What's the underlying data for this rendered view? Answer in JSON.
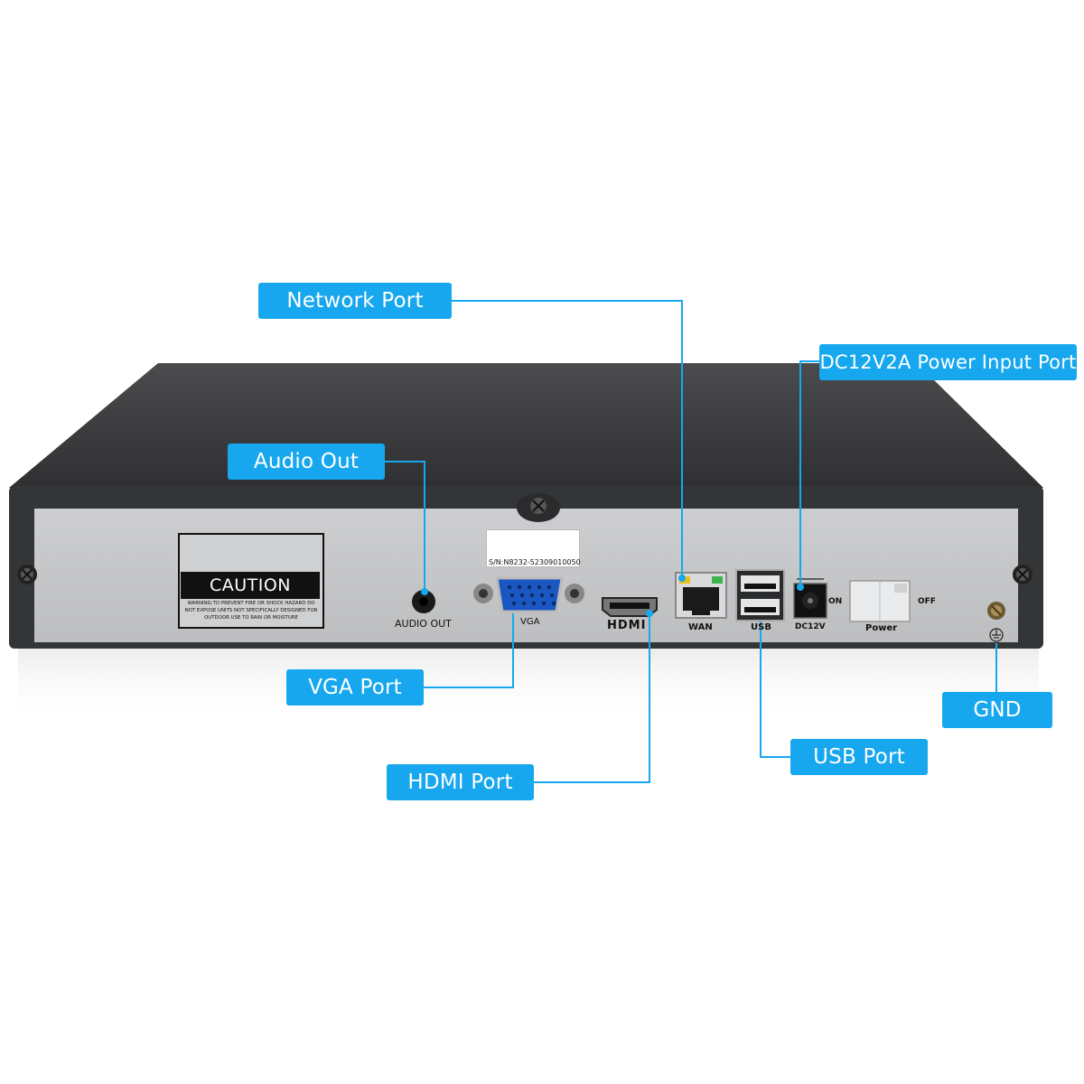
{
  "callouts": {
    "network_port": "Network Port",
    "dc_power": "DC12V2A Power Input Port",
    "audio_out": "Audio Out",
    "vga_port": "VGA Port",
    "hdmi_port": "HDMI Port",
    "usb_port": "USB Port",
    "gnd": "GND"
  },
  "panel_labels": {
    "caution": "CAUTION",
    "warning_text": "WARNING:TO PREVENT FIRE OR SHOCK HAZARD DO NOT EXPOSE UNITS NOT SPECIFICALLY DESIGNED FOR OUTDOOR USE TO RAIN OR MOISTURE",
    "audio_out": "AUDIO OUT",
    "vga": "VGA",
    "hdmi": "HDMI",
    "wan": "WAN",
    "usb": "USB",
    "dc12v": "DC12V",
    "on": "ON",
    "off": "OFF",
    "power": "Power",
    "serial": "S/N:N8232-52309010050"
  },
  "colors": {
    "callout": "#17a7ee",
    "chassis": "#3a3b3d",
    "panel": "#c6c7c9"
  }
}
